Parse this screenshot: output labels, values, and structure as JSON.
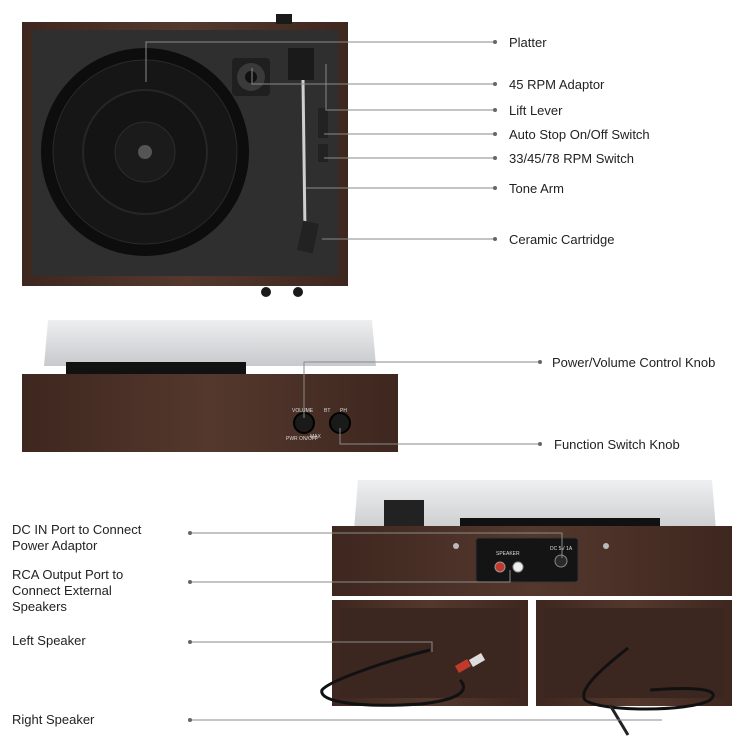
{
  "callouts_top": [
    {
      "id": "platter",
      "text": "Platter"
    },
    {
      "id": "rpm-adaptor",
      "text": "45 RPM Adaptor"
    },
    {
      "id": "lift-lever",
      "text": "Lift Lever"
    },
    {
      "id": "auto-stop",
      "text": "Auto Stop On/Off Switch"
    },
    {
      "id": "speed-switch",
      "text": "33/45/78 RPM Switch"
    },
    {
      "id": "tone-arm",
      "text": "Tone Arm"
    },
    {
      "id": "cartridge",
      "text": "Ceramic Cartridge"
    }
  ],
  "callouts_middle": [
    {
      "id": "power-knob",
      "text": "Power/Volume Control Knob"
    },
    {
      "id": "function-knob",
      "text": "Function Switch Knob"
    }
  ],
  "callouts_bottom": [
    {
      "id": "dc-in",
      "text": "DC IN Port to Connect Power Adaptor"
    },
    {
      "id": "rca-out",
      "text": "RCA Output Port to Connect External Speakers"
    },
    {
      "id": "left-speaker",
      "text": "Left Speaker"
    },
    {
      "id": "right-speaker",
      "text": "Right Speaker"
    }
  ],
  "panel_text": {
    "volume": "VOLUME",
    "max": "MAX",
    "pwr_onoff": "PWR ON/OFF",
    "bt": "BT",
    "ph": "PH",
    "speaker": "SPEAKER",
    "dc": "DC 5V 1A"
  },
  "colors": {
    "wood": "#4a3027",
    "wood_dark": "#3a241d",
    "platter": "#111111",
    "deck": "#2e2e2e",
    "line": "#888888"
  }
}
